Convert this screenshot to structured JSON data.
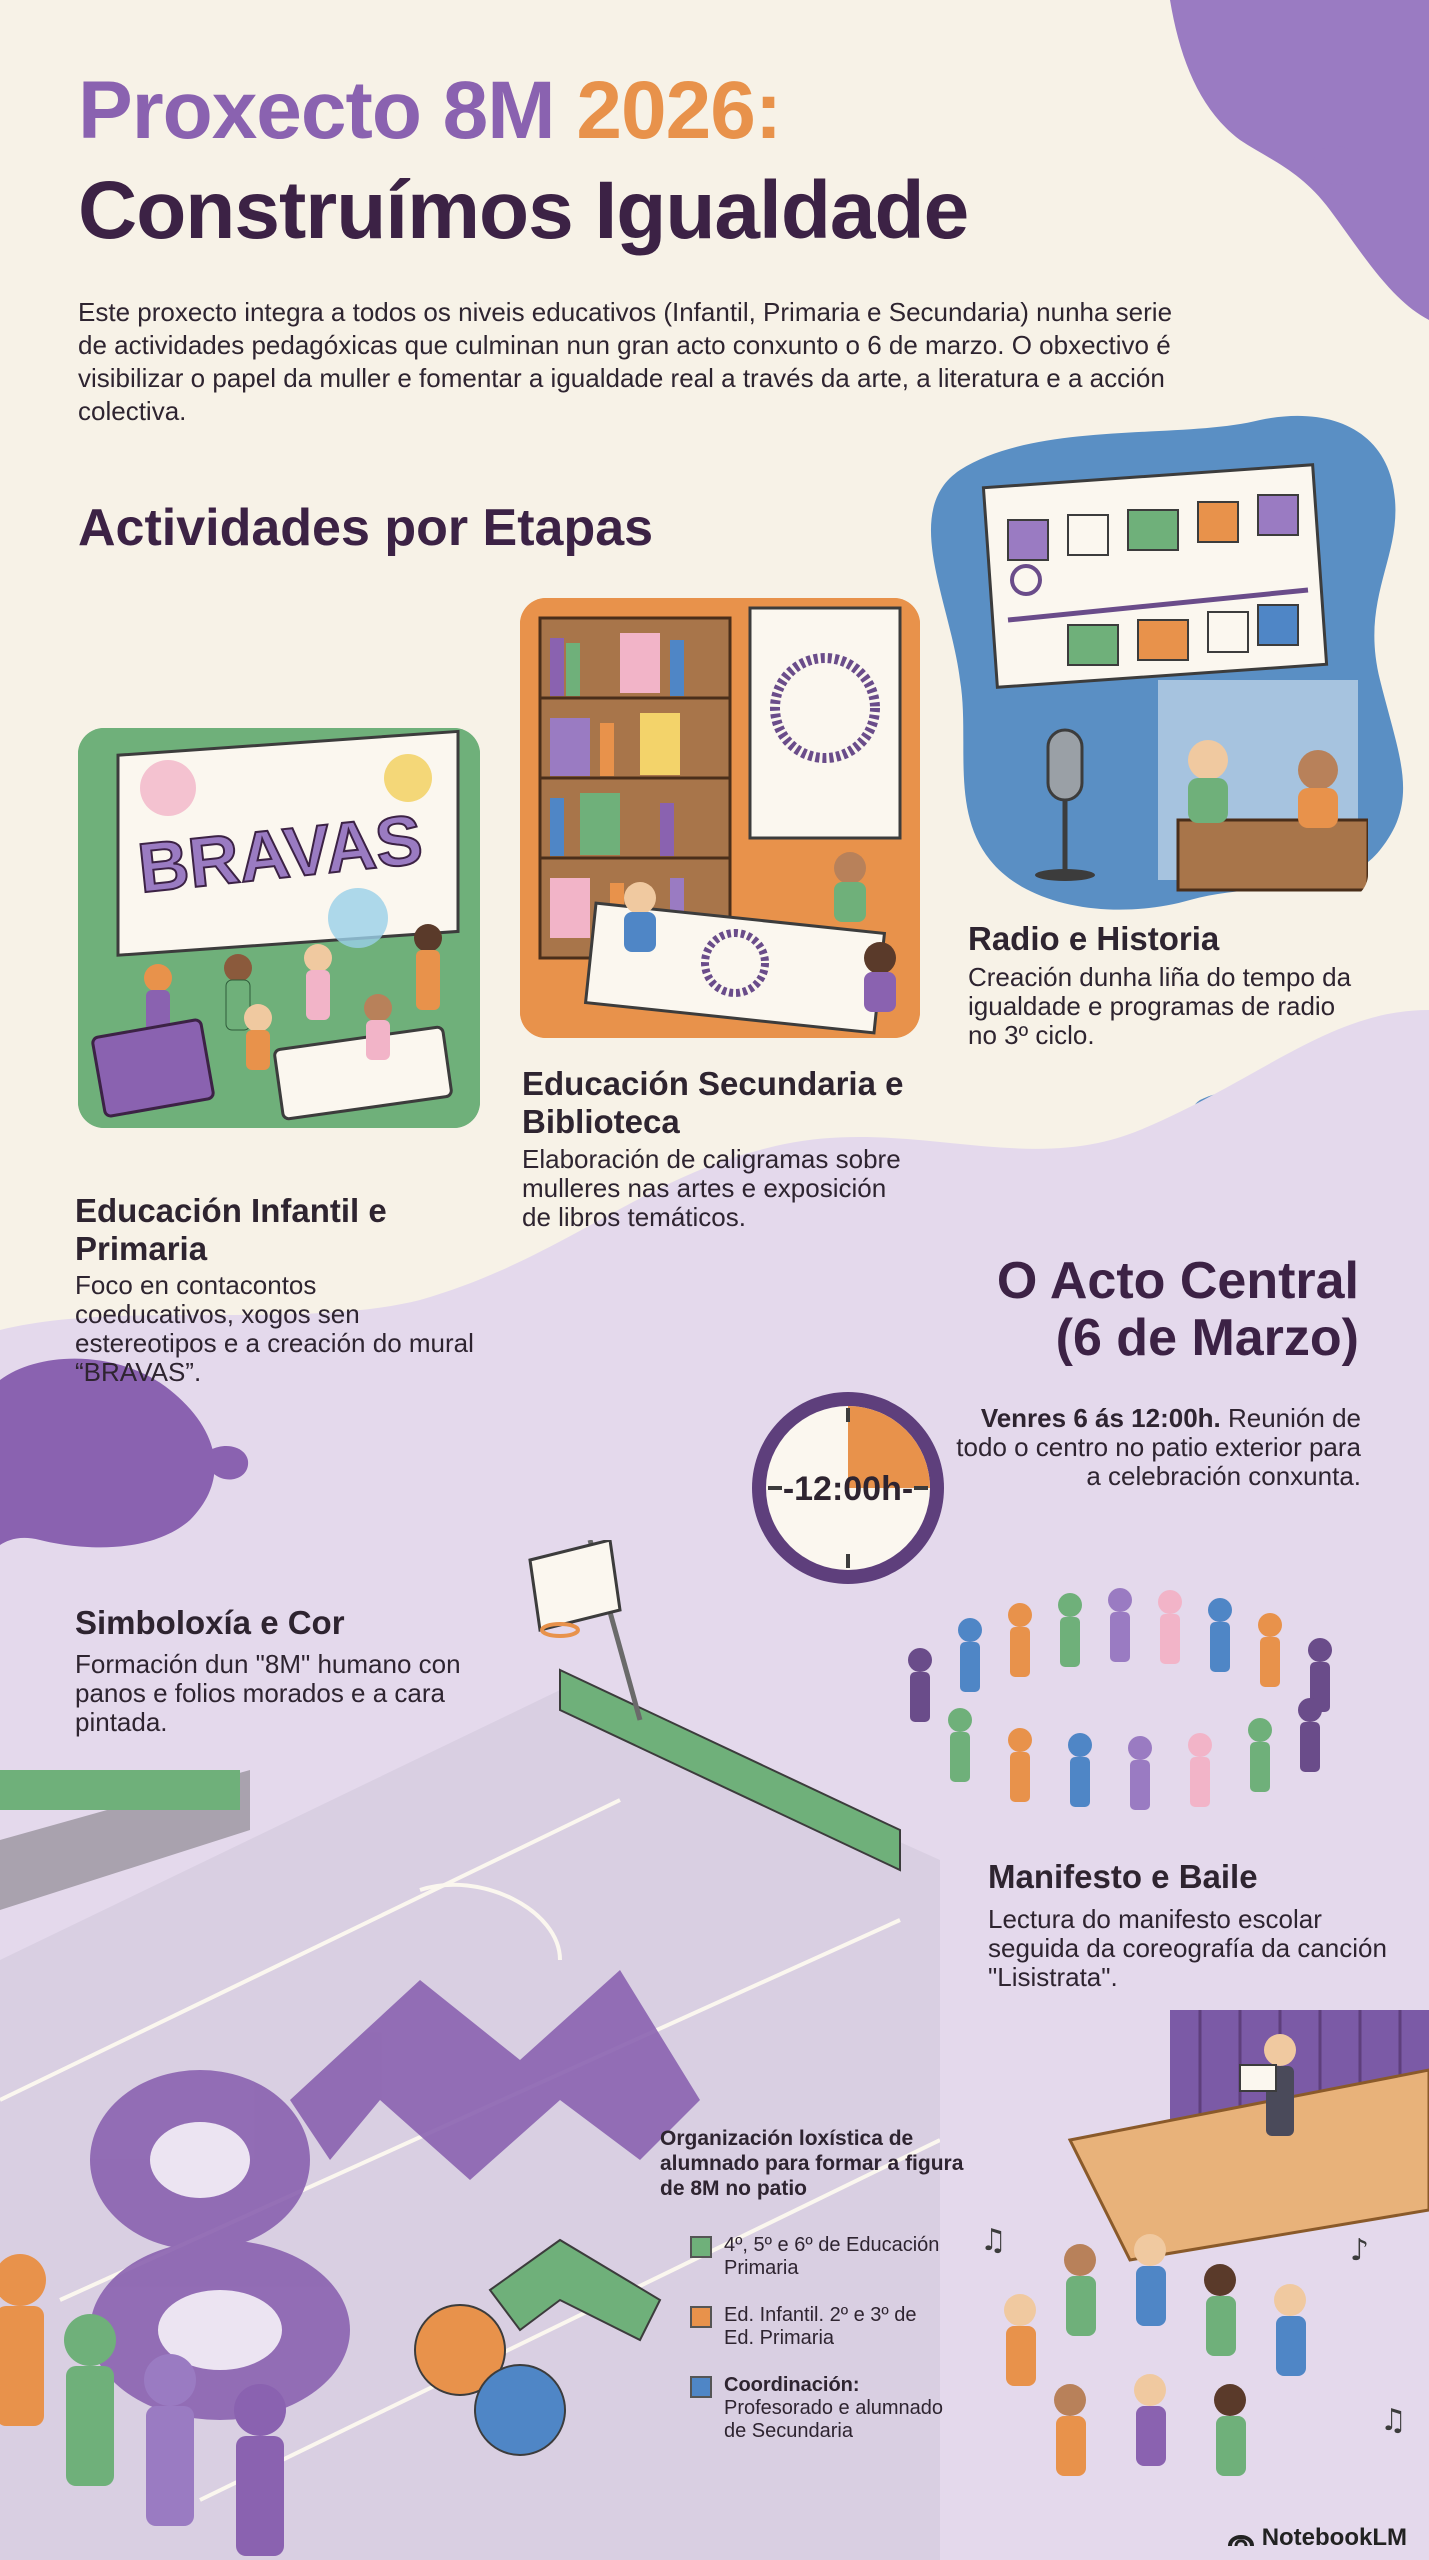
{
  "header": {
    "title_part1": "Proxecto 8M",
    "title_year": "2026:",
    "title_line2": "Construímos Igualdade",
    "intro": "Este proxecto integra a todos os niveis educativos (Infantil, Primaria e Secundaria) nunha serie de actividades pedagóxicas que culminan nun gran acto conxunto o 6 de marzo. O obxectivo é visibilizar o papel da muller e fomentar a igualdade real a través da arte, a literatura e a acción colectiva."
  },
  "activities": {
    "heading": "Actividades por Etapas",
    "mural_word": "BRAVAS",
    "clock_label": "-12:00h-",
    "cards": [
      {
        "title": "Educación Infantil e Primaria",
        "text": "Foco en contacontos coeducativos, xogos sen estereotipos e a creación do mural “BRAVAS”."
      },
      {
        "title": "Educación Secundaria e Biblioteca",
        "text": "Elaboración de caligramas sobre mulleres nas artes e exposición de libros temáticos."
      },
      {
        "title": "Radio e Historia",
        "text": "Creación dunha liña do tempo da igualdade e programas de radio no 3º ciclo."
      }
    ]
  },
  "central": {
    "heading_line1": "O Acto Central",
    "heading_line2": "(6 de Marzo)",
    "time_bold": "Venres 6 ás 12:00h.",
    "time_text": " Reunión de todo o centro no patio exterior para a celebración conxunta.",
    "symbol_title": "Simboloxía e Cor",
    "symbol_text": "Formación dun \"8M\" humano con panos e folios morados e a cara pintada.",
    "manifesto_title": "Manifesto e Baile",
    "manifesto_text": "Lectura do manifesto escolar seguida da coreografía da canción \"Lisistrata\"."
  },
  "logistics": {
    "title": "Organización loxística de alumnado para formar a figura de 8M no patio",
    "legend": [
      {
        "label": "4º, 5º e 6º de Educación Primaria",
        "color": "#6fb07a"
      },
      {
        "label": "Ed. Infantil. 2º e 3º de Ed. Primaria",
        "color": "#e8924b"
      },
      {
        "label_bold": "Coordinación:",
        "label": "Profesorado e alumnado de Secundaria",
        "color": "#4f86c6"
      }
    ]
  },
  "brand": {
    "name": "NotebookLM"
  },
  "colors": {
    "purple": "#8a62b0",
    "orange": "#e8924b",
    "dark_purple": "#3c2245",
    "lavender_bg": "#e4d9ec",
    "green": "#6fb07a",
    "blue": "#4f86c6"
  }
}
